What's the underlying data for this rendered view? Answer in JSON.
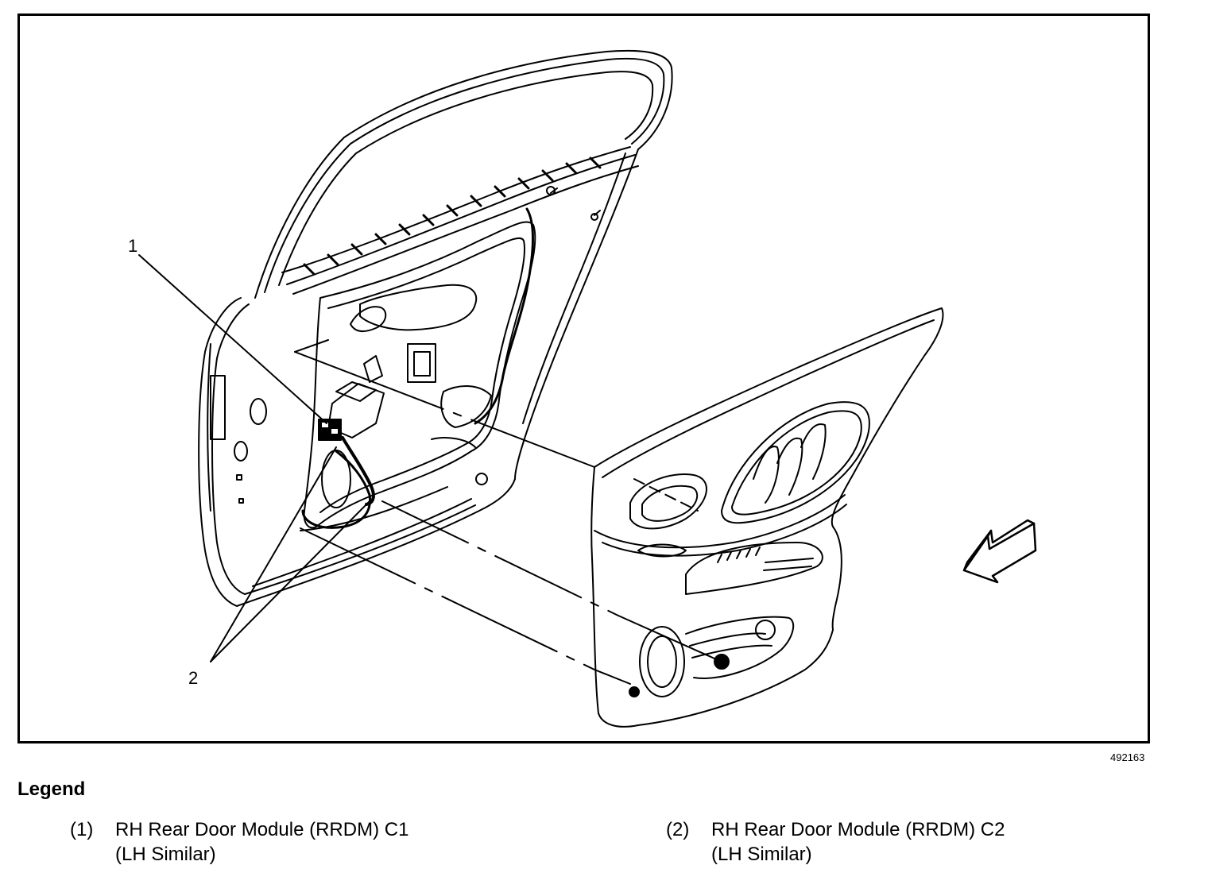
{
  "figure": {
    "figure_id": "492163",
    "callouts": [
      {
        "label": "1"
      },
      {
        "label": "2"
      }
    ]
  },
  "legend": {
    "title": "Legend",
    "items": [
      {
        "number": "(1)",
        "line1": "RH Rear Door Module (RRDM) C1",
        "line2": "(LH Similar)"
      },
      {
        "number": "(2)",
        "line1": "RH Rear Door Module (RRDM) C2",
        "line2": "(LH Similar)"
      }
    ]
  }
}
